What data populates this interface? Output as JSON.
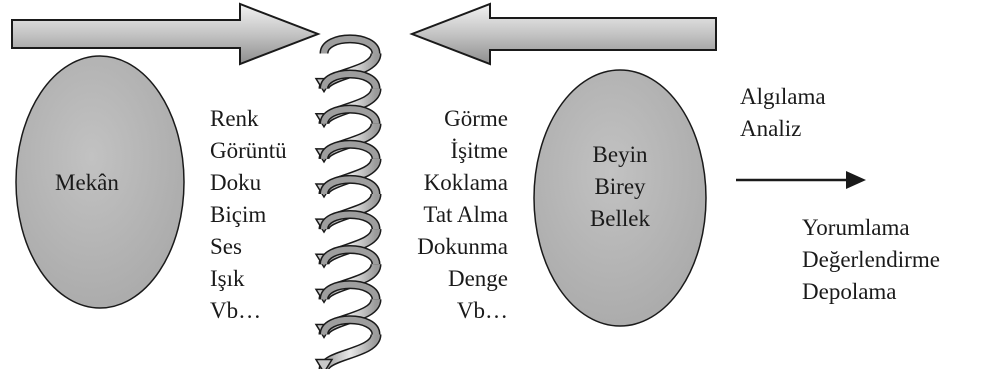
{
  "left_oval": {
    "label": "Mekân"
  },
  "right_oval": {
    "labels": [
      "Beyin",
      "Birey",
      "Bellek"
    ]
  },
  "environment_items": [
    "Renk",
    "Görüntü",
    "Doku",
    "Biçim",
    "Ses",
    "Işık",
    "Vb…"
  ],
  "sense_items": [
    "Görme",
    "İşitme",
    "Koklama",
    "Tat Alma",
    "Dokunma",
    "Denge",
    "Vb…"
  ],
  "process_top": [
    "Algılama",
    "Analiz"
  ],
  "process_bottom": [
    "Yorumlama",
    "Değerlendirme",
    "Depolama"
  ],
  "colors": {
    "oval_fill": "#b4b4b4",
    "arrow_fill": "#c8c8c8",
    "stroke": "#1a1a1a",
    "text": "#1a1a1a"
  },
  "icons": {
    "helix": "spiral-helix-icon",
    "arrow_right": "big-arrow-right-icon",
    "arrow_left": "big-arrow-left-icon",
    "small_arrow": "arrow-right-icon"
  }
}
